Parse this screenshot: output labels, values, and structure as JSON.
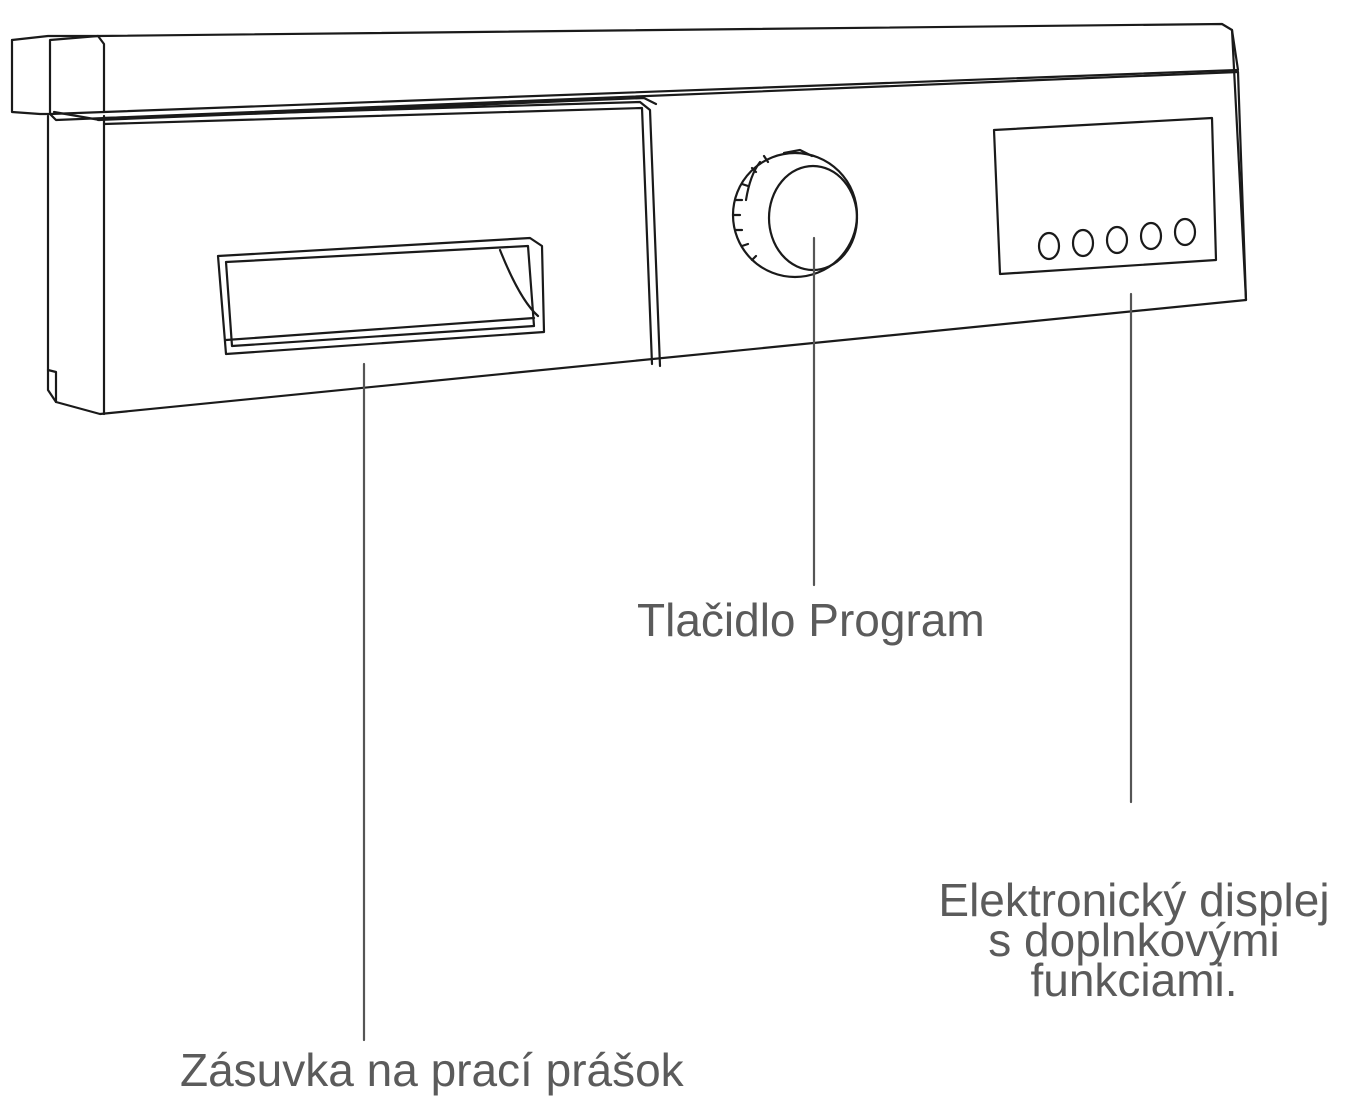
{
  "labels": {
    "drawer": "Zásuvka na prací prášok",
    "knob": "Tlačidlo Program",
    "display_line1": "Elektronický displej",
    "display_line2": "s doplnkovými",
    "display_line3": "funkciami."
  },
  "colors": {
    "outline": "#1a1a1a",
    "leader": "#555555",
    "text": "#5b5b5b"
  }
}
